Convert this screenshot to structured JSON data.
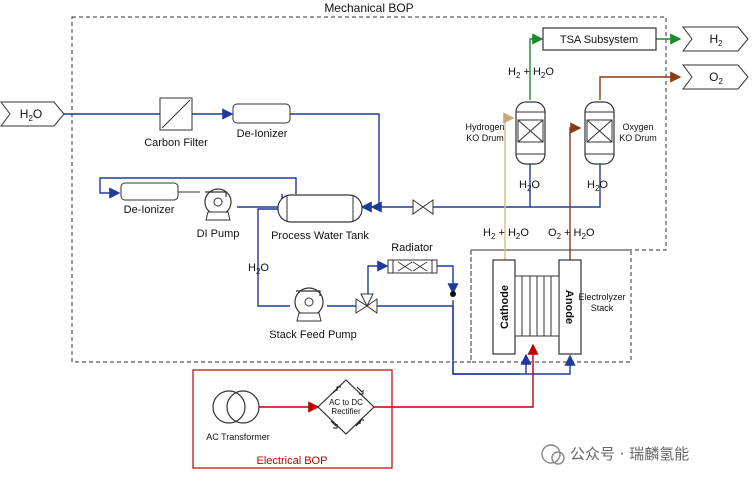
{
  "regions": {
    "mechanical_bop": "Mechanical BOP",
    "electrical_bop": "Electrical BOP"
  },
  "streams": {
    "inlet": "H",
    "inlet_sub": "2",
    "inlet_tail": "O",
    "h2_out": "H",
    "h2_out_sub": "2",
    "o2_out": "O",
    "o2_out_sub": "2"
  },
  "components": {
    "carbon_filter": "Carbon Filter",
    "deionizer_top": "De-Ionizer",
    "deionizer_left": "De-Ionizer",
    "di_pump": "DI Pump",
    "process_water_tank": "Process Water Tank",
    "radiator": "Radiator",
    "stack_feed_pump": "Stack Feed Pump",
    "tsa": "TSA Subsystem",
    "hydrogen_drum_line1": "Hydrogen",
    "hydrogen_drum_line2": "KO Drum",
    "oxygen_drum_line1": "Oxygen",
    "oxygen_drum_line2": "KO Drum",
    "cathode": "Cathode",
    "anode": "Anode",
    "stack_line1": "Electrolyzer",
    "stack_line2": "Stack",
    "ac_transformer": "AC Transformer",
    "rectifier_line1": "AC to DC",
    "rectifier_line2": "Rectifier"
  },
  "flow_labels": {
    "h2_h2o_top": [
      "H",
      "2",
      " + H",
      "2",
      "O"
    ],
    "h2_h2o_lower": [
      "H",
      "2",
      " + H",
      "2",
      "O"
    ],
    "o2_h2o_lower": [
      "O",
      "2",
      " + H",
      "2",
      "O"
    ],
    "h2o_h_drum": [
      "H",
      "2",
      "O"
    ],
    "h2o_o_drum": [
      "H",
      "2",
      "O"
    ],
    "h2o_feed": [
      "H",
      "2",
      "O"
    ]
  },
  "watermark": "公众号 · 瑞麟氢能",
  "colors": {
    "water_line": "#1f3a9e",
    "h2_line": "#1e8a2e",
    "o2_line": "#8b3a1a",
    "gas_mix_line": "#d9b98a",
    "power_line": "#c00000",
    "border": "#333333"
  }
}
